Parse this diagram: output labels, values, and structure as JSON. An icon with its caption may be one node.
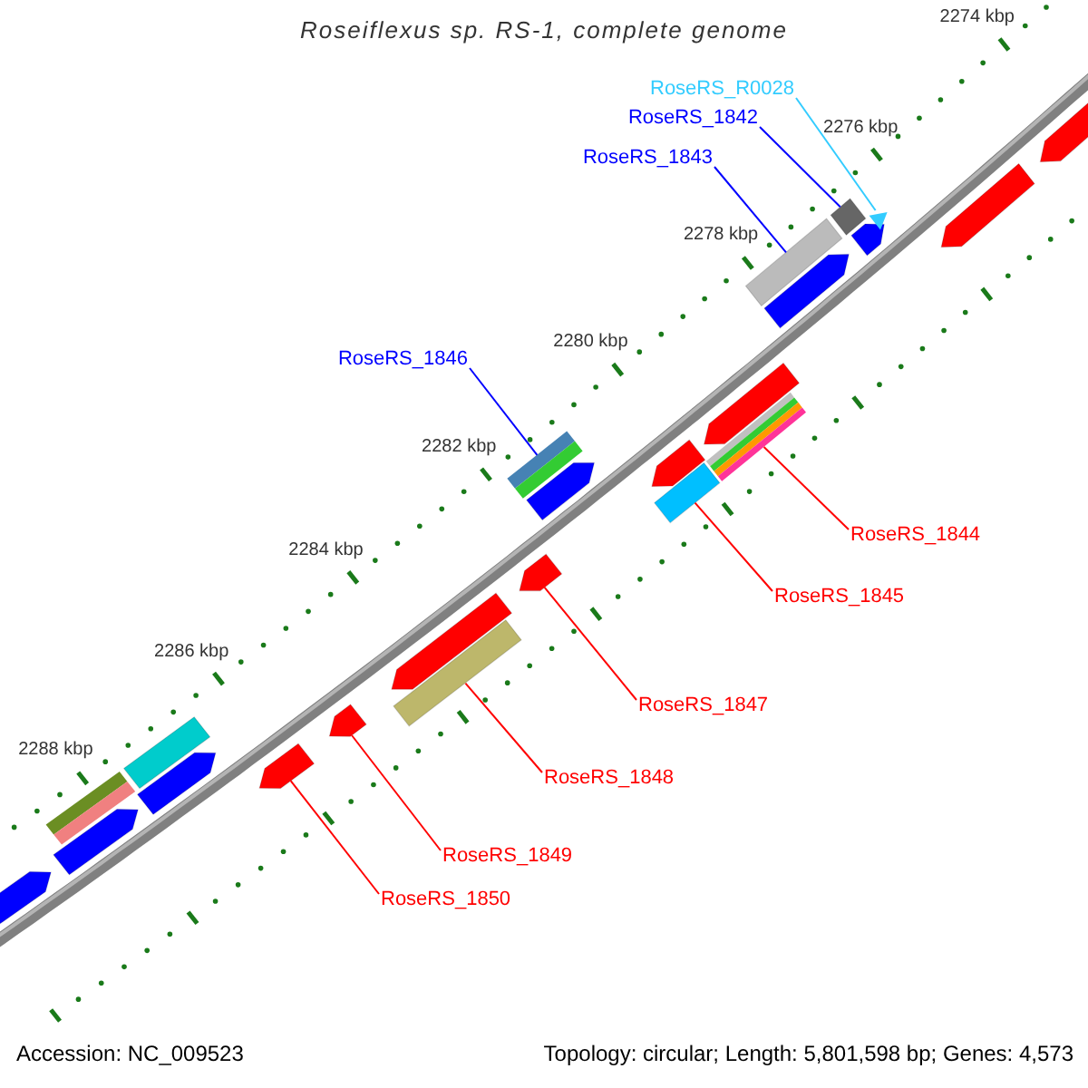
{
  "diagram": {
    "title": "Roseiflexus sp. RS-1, complete genome",
    "nodes": [
      {
        "text": [
          "RoseRS_R0028"
        ]
      },
      {
        "text": [
          "RoseRS_1842"
        ]
      },
      {
        "text": [
          "RoseRS_1843"
        ]
      },
      {
        "text": [
          "RoseRS_1846"
        ]
      },
      {
        "text": [
          "RoseRS_1844"
        ]
      },
      {
        "text": [
          "RoseRS_1845"
        ]
      },
      {
        "text": [
          "RoseRS_1847"
        ]
      },
      {
        "text": [
          "RoseRS_1848"
        ]
      },
      {
        "text": [
          "RoseRS_1849"
        ]
      },
      {
        "text": [
          "RoseRS_1850"
        ]
      },
      {
        "text": [],
        "shape": "bar"
      },
      {
        "text": [],
        "shape": "triangle"
      },
      {
        "text": [],
        "shape": "bar"
      },
      {
        "text": [],
        "shape": "bar"
      },
      {
        "text": [],
        "shape": "bar"
      },
      {
        "text": [],
        "shape": "bar"
      },
      {
        "text": [],
        "shape": "arrow"
      },
      {
        "text": [],
        "shape": "bar"
      },
      {
        "text": [],
        "shape": "arrow"
      },
      {
        "text": [],
        "shape": "arrow"
      }
    ],
    "edges": [
      {
        "from": 0,
        "to": 11,
        "arrow": "none",
        "color": "#33ccff"
      },
      {
        "from": 1,
        "to": 10,
        "arrow": "none",
        "color": "#0000ff"
      },
      {
        "from": 2,
        "to": 12,
        "arrow": "none",
        "color": "#0000ff"
      },
      {
        "from": 3,
        "to": 14,
        "arrow": "none",
        "color": "#0000ff"
      },
      {
        "from": 4,
        "to": 13,
        "arrow": "none"
      },
      {
        "from": 5,
        "to": 15,
        "arrow": "none"
      },
      {
        "from": 6,
        "to": 16,
        "arrow": "none"
      },
      {
        "from": 7,
        "to": 17,
        "arrow": "none"
      },
      {
        "from": 8,
        "to": 18,
        "arrow": "none"
      },
      {
        "from": 9,
        "to": 19,
        "arrow": "none"
      }
    ],
    "labels": [
      "2274 kbp",
      "2276 kbp",
      "2278 kbp",
      "2280 kbp",
      "2282 kbp",
      "2284 kbp",
      "2286 kbp",
      "2288 kbp",
      "Accession: NC_009523",
      "Topology: circular; Length: 5,801,598 bp; Genes: 4,573"
    ]
  }
}
